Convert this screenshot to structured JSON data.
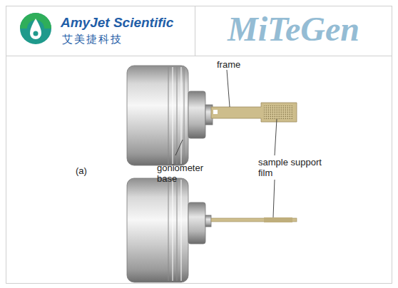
{
  "diagram": {
    "nodes": [
      {
        "text": [
          "AmyJet Scientific",
          "艾美捷科技"
        ]
      },
      {
        "text": [
          "MiTeGen"
        ]
      }
    ],
    "labels": [
      "frame",
      "sample support film",
      "(a)",
      "goniometer base"
    ]
  }
}
